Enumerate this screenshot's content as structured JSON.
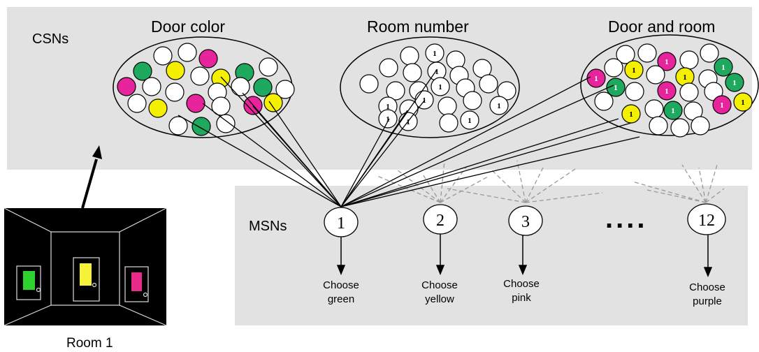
{
  "labels": {
    "csns": "CSNs",
    "msns": "MSNs",
    "room": "Room 1",
    "ellipsis": "...."
  },
  "groups": [
    {
      "title": "Door color"
    },
    {
      "title": "Room number"
    },
    {
      "title": "Door and room"
    }
  ],
  "msn_nodes": [
    {
      "number": "1",
      "action_line1": "Choose",
      "action_line2": "green"
    },
    {
      "number": "2",
      "action_line1": "Choose",
      "action_line2": "yellow"
    },
    {
      "number": "3",
      "action_line1": "Choose",
      "action_line2": "pink"
    },
    {
      "number": "12",
      "action_line1": "Choose",
      "action_line2": "purple"
    }
  ],
  "room_number_marker": "1",
  "colors": {
    "panel": "#e2e2e2",
    "green": "#1ea95f",
    "yellow": "#f5f000",
    "pink": "#e8249c",
    "room_bg": "#000000",
    "room_lines": "#dcdcdc",
    "room_green": "#2fd12f",
    "room_yellow": "#f6f23a",
    "room_pink": "#e82a8a"
  }
}
